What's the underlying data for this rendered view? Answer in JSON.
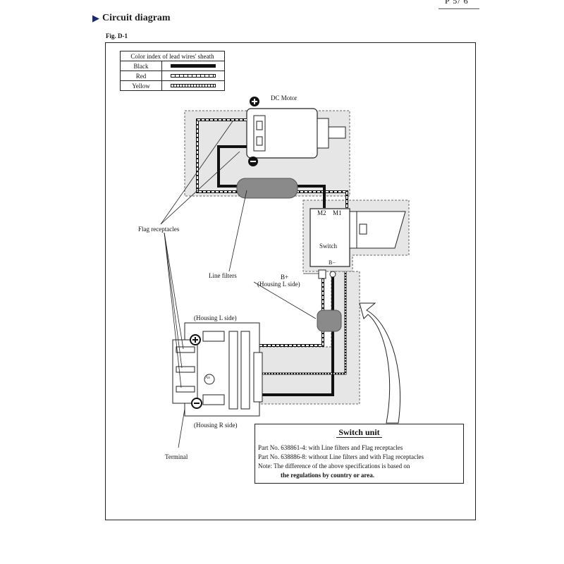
{
  "header": {
    "page_number": "P 5/ 6",
    "title": "Circuit diagram",
    "figure_label": "Fig. D-1"
  },
  "color_index": {
    "title": "Color index of lead wires' sheath",
    "rows": [
      {
        "name": "Black",
        "style": "solid"
      },
      {
        "name": "Red",
        "style": "dashed"
      },
      {
        "name": "Yellow",
        "style": "dotted"
      }
    ]
  },
  "labels": {
    "dc_motor": "DC Motor",
    "flag_receptacles": "Flag receptacles",
    "line_filters": "Line filters",
    "m2": "M2",
    "m1": "M1",
    "switch": "Switch",
    "b_minus": "B−",
    "b_plus": "B+",
    "housing_l_upper": "(Housing L side)",
    "housing_l_lower": "(Housing L side)",
    "housing_r": "(Housing R side)",
    "terminal": "Terminal",
    "as_mark": "As"
  },
  "switch_unit": {
    "title": "Switch unit",
    "line1": "Part No. 638861-4: with Line filters and Flag receptacles",
    "line2": "Part No. 638886-8: without Line filters and with Flag receptacles",
    "note_line1": "Note:  The difference of the above specifications is based on",
    "note_line2": "the regulations by country or area."
  },
  "icons": [
    "arrow-right-icon",
    "plus-terminal-icon",
    "minus-terminal-icon",
    "curved-arrow-icon"
  ],
  "colors": {
    "title_arrow": "#1a2a6a",
    "housing_fill": "#e6e6e6",
    "filter_fill": "#8a8a8a"
  }
}
